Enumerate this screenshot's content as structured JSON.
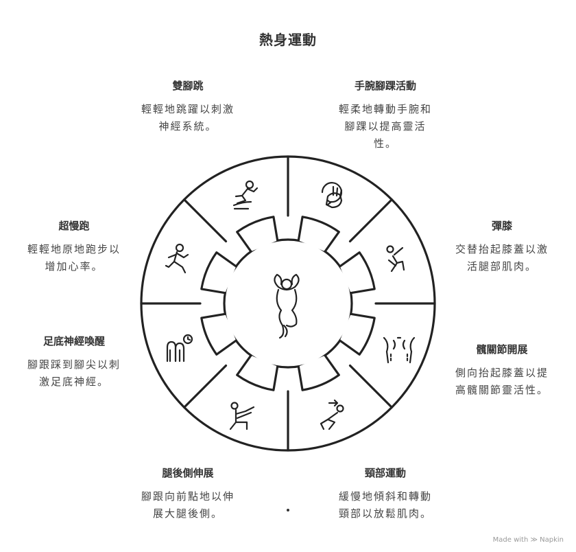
{
  "title": "熱身運動",
  "items": [
    {
      "title": "雙腳跳",
      "desc": [
        "輕輕地跳躍以刺激",
        "神經系統。"
      ],
      "icon": "jumping-person-icon"
    },
    {
      "title": "手腕腳踝活動",
      "desc": [
        "輕柔地轉動手腕和",
        "腳踝以提高靈活",
        "性。"
      ],
      "icon": "hand-rotation-icon"
    },
    {
      "title": "彈膝",
      "desc": [
        "交替抬起膝蓋以激",
        "活腿部肌肉。"
      ],
      "icon": "knee-lift-icon"
    },
    {
      "title": "髖關節開展",
      "desc": [
        "側向抬起膝蓋以提",
        "高髖關節靈活性。"
      ],
      "icon": "hip-muscle-icon"
    },
    {
      "title": "頸部運動",
      "desc": [
        "緩慢地傾斜和轉動",
        "頸部以放鬆肌肉。"
      ],
      "icon": "neck-exercise-icon"
    },
    {
      "title": "腿後側伸展",
      "desc": [
        "腳跟向前點地以伸",
        "展大腿後側。"
      ],
      "icon": "leg-stretch-icon"
    },
    {
      "title": "足底神經喚醒",
      "desc": [
        "腳跟踩到腳尖以刺",
        "激足底神經。"
      ],
      "icon": "foot-nerve-icon"
    },
    {
      "title": "超慢跑",
      "desc": [
        "輕輕地原地跑步以",
        "增加心率。"
      ],
      "icon": "running-person-icon"
    }
  ],
  "center_icon": "stretching-person-icon",
  "brand": "Made with ≫ Napkin"
}
